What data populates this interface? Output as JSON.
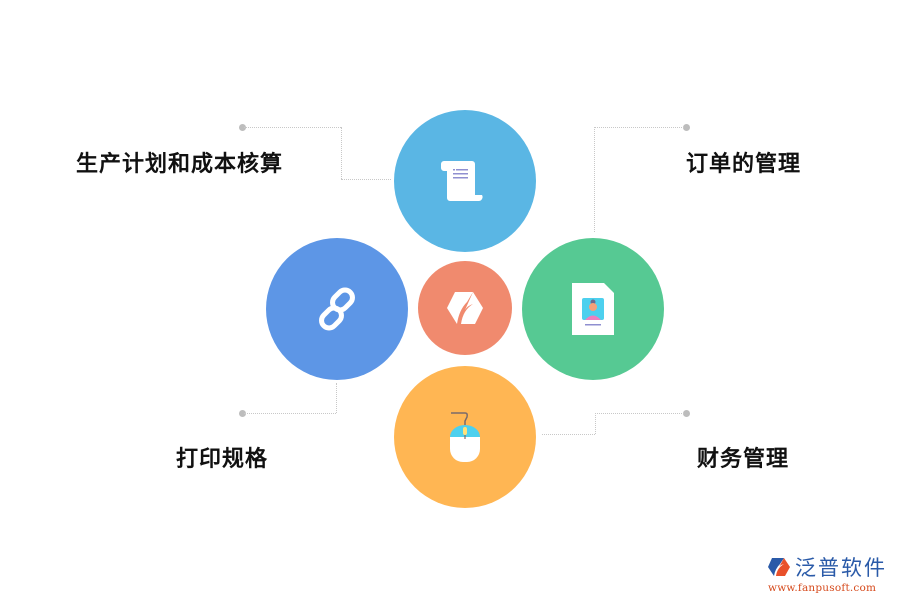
{
  "diagram": {
    "center": {
      "icon": "brand-hexagon-icon",
      "color": "#f08a6e"
    },
    "nodes": [
      {
        "id": "top",
        "label": "生产计划和成本核算",
        "icon": "scroll-document-icon",
        "color": "#5ab6e4"
      },
      {
        "id": "right",
        "label": "订单的管理",
        "icon": "profile-document-icon",
        "color": "#56c993"
      },
      {
        "id": "left",
        "label": "打印规格",
        "icon": "chain-link-icon",
        "color": "#5d96e6"
      },
      {
        "id": "bottom",
        "label": "财务管理",
        "icon": "computer-mouse-icon",
        "color": "#ffb653"
      }
    ],
    "connector_color": "#c8c8c8",
    "connector_dot_color": "#bdbdbd"
  },
  "watermark": {
    "name": "泛普软件",
    "url": "www.fanpusoft.com"
  }
}
